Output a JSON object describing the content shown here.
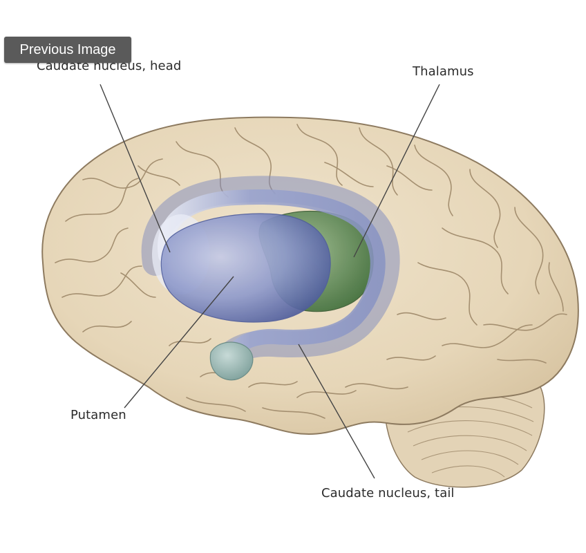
{
  "navigation": {
    "previous_image_label": "Previous Image"
  },
  "labels": {
    "caudate_head": "Caudate nucleus, head",
    "thalamus": "Thalamus",
    "putamen": "Putamen",
    "caudate_tail": "Caudate nucleus, tail"
  },
  "colors": {
    "brain": "#e8d9bd",
    "brain_outline": "#8d7a5f",
    "sulci": "#a99577",
    "caudate": "#8c97c6",
    "putamen": "#7f8cc2",
    "thalamus": "#5f8a58",
    "amygdala": "#9cb7b3",
    "cerebellum": "#e2d2b6",
    "leader_line": "#444444"
  }
}
